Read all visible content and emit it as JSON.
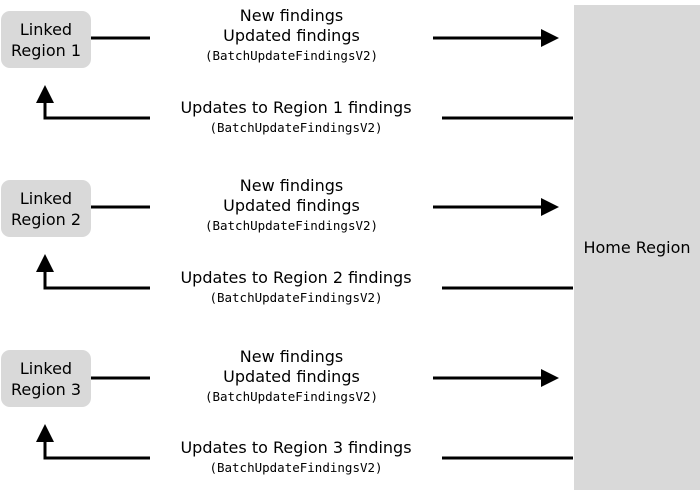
{
  "home_region": {
    "label": "Home Region"
  },
  "linked_regions": [
    {
      "label_line1": "Linked",
      "label_line2": "Region 1",
      "outbound": {
        "line1": "New findings",
        "line2": "Updated findings",
        "api": "(BatchUpdateFindingsV2)"
      },
      "inbound": {
        "line1": "Updates to Region 1 findings",
        "api": "(BatchUpdateFindingsV2)"
      }
    },
    {
      "label_line1": "Linked",
      "label_line2": "Region 2",
      "outbound": {
        "line1": "New findings",
        "line2": "Updated findings",
        "api": "(BatchUpdateFindingsV2)"
      },
      "inbound": {
        "line1": "Updates to Region 2 findings",
        "api": "(BatchUpdateFindingsV2)"
      }
    },
    {
      "label_line1": "Linked",
      "label_line2": "Region 3",
      "outbound": {
        "line1": "New findings",
        "line2": "Updated findings",
        "api": "(BatchUpdateFindingsV2)"
      },
      "inbound": {
        "line1": "Updates to Region 3 findings",
        "api": "(BatchUpdateFindingsV2)"
      }
    }
  ],
  "colors": {
    "box_fill": "#d9d9d9",
    "arrow": "#000000"
  }
}
